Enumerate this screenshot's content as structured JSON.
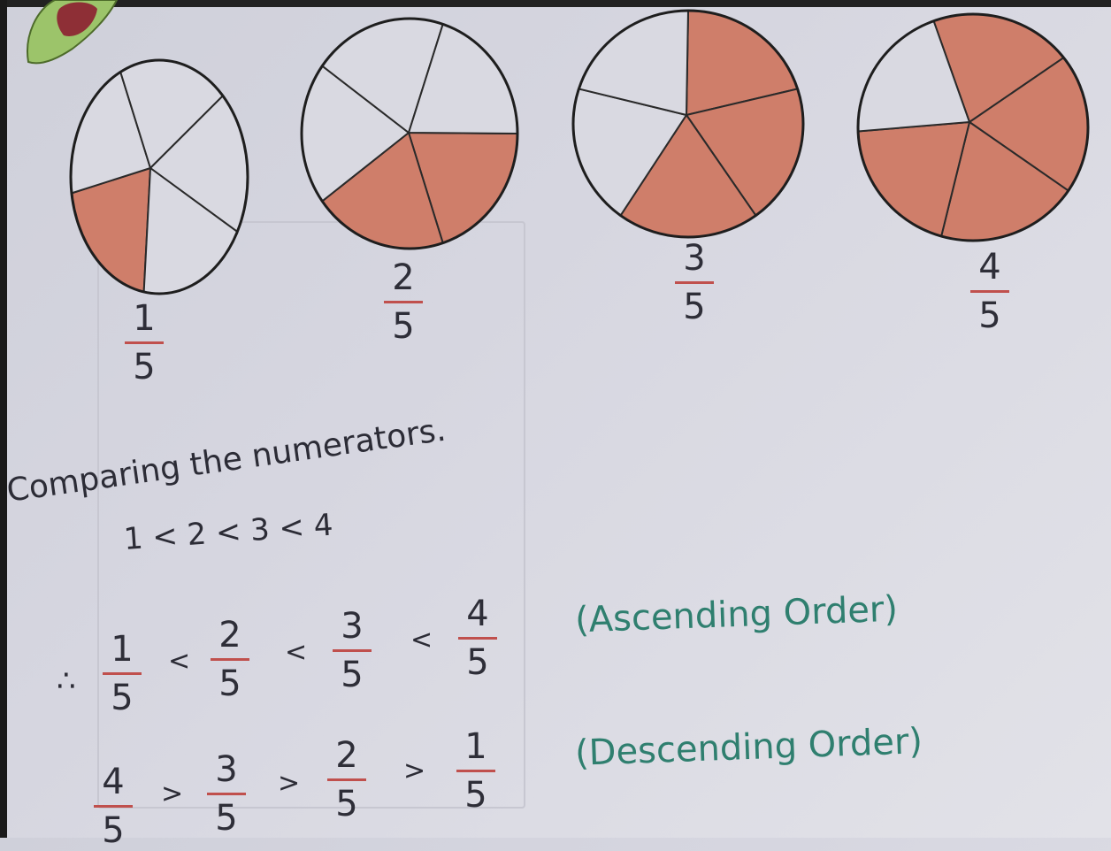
{
  "pies": [
    {
      "numerator": "1",
      "denominator": "5",
      "shaded_parts": 1,
      "total_parts": 5
    },
    {
      "numerator": "2",
      "denominator": "5",
      "shaded_parts": 2,
      "total_parts": 5
    },
    {
      "numerator": "3",
      "denominator": "5",
      "shaded_parts": 3,
      "total_parts": 5
    },
    {
      "numerator": "4",
      "denominator": "5",
      "shaded_parts": 4,
      "total_parts": 5
    }
  ],
  "colors": {
    "shaded": "#cf7e6a",
    "unshaded": "#d9d9e1",
    "fraction_bar": "#c0504d",
    "order_label": "#2f7f6f"
  },
  "heading": "Comparing the numerators.",
  "numerator_comparison": "1 < 2 < 3 < 4",
  "therefore_symbol": "∴",
  "ascending": {
    "fractions": [
      {
        "num": "1",
        "den": "5"
      },
      {
        "num": "2",
        "den": "5"
      },
      {
        "num": "3",
        "den": "5"
      },
      {
        "num": "4",
        "den": "5"
      }
    ],
    "operators": [
      "<",
      "<",
      "<"
    ],
    "label": "(Ascending Order)"
  },
  "descending": {
    "fractions": [
      {
        "num": "4",
        "den": "5"
      },
      {
        "num": "3",
        "den": "5"
      },
      {
        "num": "2",
        "den": "5"
      },
      {
        "num": "1",
        "den": "5"
      }
    ],
    "operators": [
      ">",
      ">",
      ">"
    ],
    "label": "(Descending Order)"
  }
}
